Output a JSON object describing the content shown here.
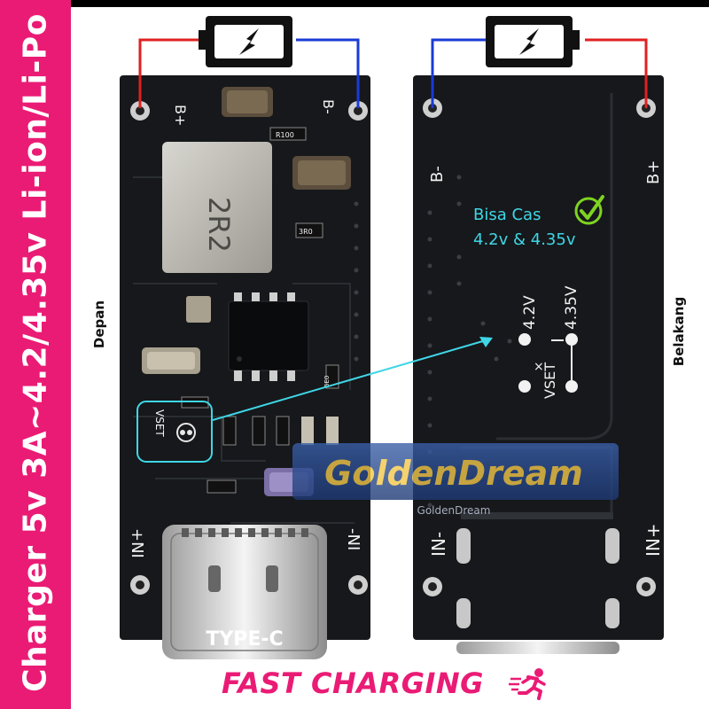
{
  "sidebar": {
    "text": "Charger 5v 3A~4.2/4.35v Li-ion/Li-Po"
  },
  "front": {
    "label": "Depan",
    "b_plus": "B+",
    "b_minus": "B-",
    "in_plus": "+NI",
    "in_minus": "-NI",
    "inductor": "2R2",
    "vset": "VSET",
    "port_label": "TYPE-C",
    "r100": "R100",
    "r3r0": "3R0",
    "r5e0": "5E0"
  },
  "back": {
    "label": "Belakang",
    "b_minus": "B-",
    "b_plus": "B+",
    "in_minus": "IN-",
    "in_plus": "IN+",
    "note_line1": "Bisa Cas",
    "note_line2": "4.2v & 4.35v",
    "v42": "4.2V",
    "v435": "4.35V",
    "vset": "VSET",
    "x_mark": "×"
  },
  "watermark": {
    "main": "GoldenDream",
    "sub": "GoldenDream"
  },
  "footer": {
    "fast_charging": "FAST CHARGING"
  },
  "colors": {
    "accent": "#ea1b75",
    "cyan": "#3fd6e6",
    "check": "#7ed321",
    "wire_red": "#e02020",
    "wire_blue": "#1a3bd6"
  },
  "icons": {
    "battery": "battery-icon",
    "check": "check-icon",
    "runner": "running-person-icon"
  }
}
